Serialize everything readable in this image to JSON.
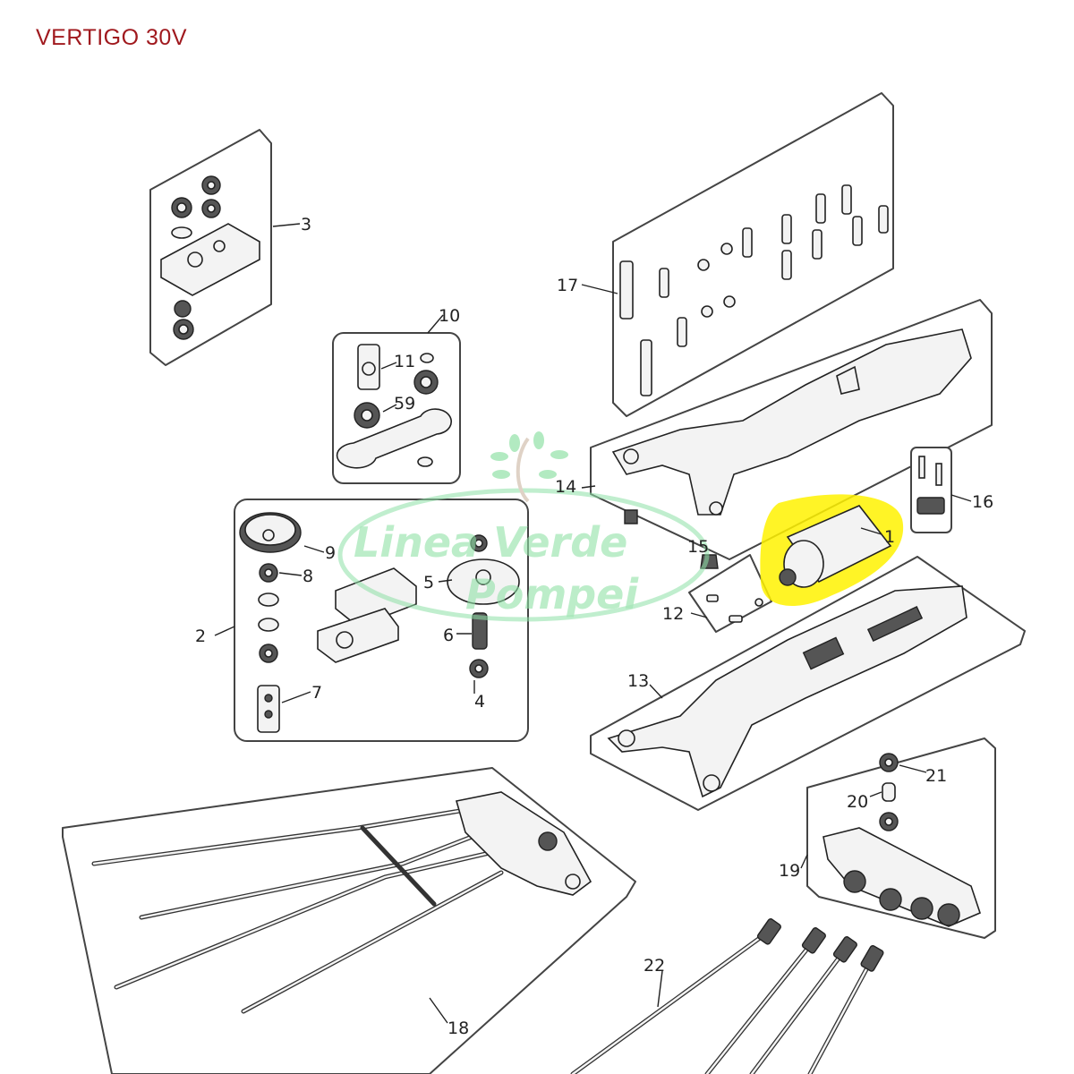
{
  "title": "VERTIGO 30V",
  "corner_text": "-----",
  "watermark": {
    "line1": "Linea Verde",
    "line2": "Pompei",
    "color": "#8fe0a6"
  },
  "highlight_color": "#fff200",
  "callouts": {
    "c1": "1",
    "c2": "2",
    "c3": "3",
    "c4": "4",
    "c5": "5",
    "c6": "6",
    "c7": "7",
    "c8": "8",
    "c9": "9",
    "c10": "10",
    "c11": "11",
    "c12": "12",
    "c13": "13",
    "c14": "14",
    "c15": "15",
    "c16": "16",
    "c17": "17",
    "c18": "18",
    "c19": "19",
    "c20": "20",
    "c21": "21",
    "c22": "22",
    "c59": "59"
  }
}
